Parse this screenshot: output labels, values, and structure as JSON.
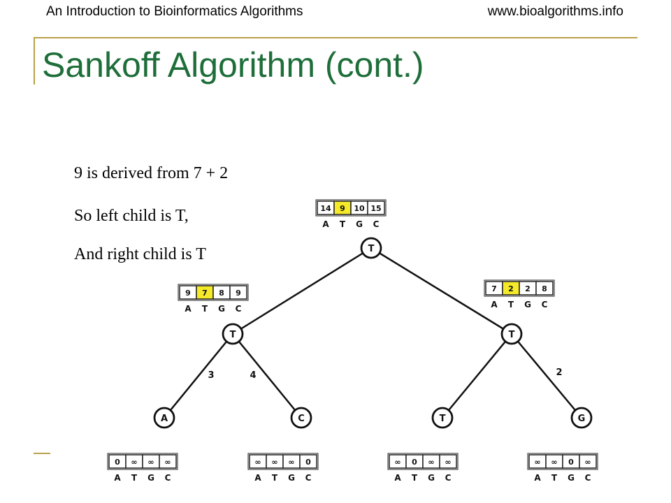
{
  "header": {
    "left": "An Introduction to Bioinformatics Algorithms",
    "right": "www.bioalgorithms.info"
  },
  "title": "Sankoff Algorithm (cont.)",
  "notes": [
    "9 is derived from 7 + 2",
    "So left child is T,",
    "And right child is T"
  ],
  "colors": {
    "title": "#1e6e3a",
    "rule": "#b8a24a",
    "highlight": "#f5ea2a"
  },
  "alphabet": [
    "A",
    "T",
    "G",
    "C"
  ],
  "tree": {
    "root": {
      "label": "T",
      "scores": [
        "14",
        "9",
        "10",
        "15"
      ],
      "highlight_index": 1
    },
    "left_internal": {
      "label": "T",
      "scores": [
        "9",
        "7",
        "8",
        "9"
      ],
      "highlight_index": 1
    },
    "right_internal": {
      "label": "T",
      "scores": [
        "7",
        "2",
        "2",
        "8"
      ],
      "highlight_index": 1
    },
    "leaves": [
      {
        "label": "A",
        "scores": [
          "0",
          "∞",
          "∞",
          "∞"
        ]
      },
      {
        "label": "C",
        "scores": [
          "∞",
          "∞",
          "∞",
          "0"
        ]
      },
      {
        "label": "T",
        "scores": [
          "∞",
          "0",
          "∞",
          "∞"
        ]
      },
      {
        "label": "G",
        "scores": [
          "∞",
          "∞",
          "0",
          "∞"
        ]
      }
    ],
    "edge_labels": [
      "3",
      "4",
      "2"
    ]
  }
}
